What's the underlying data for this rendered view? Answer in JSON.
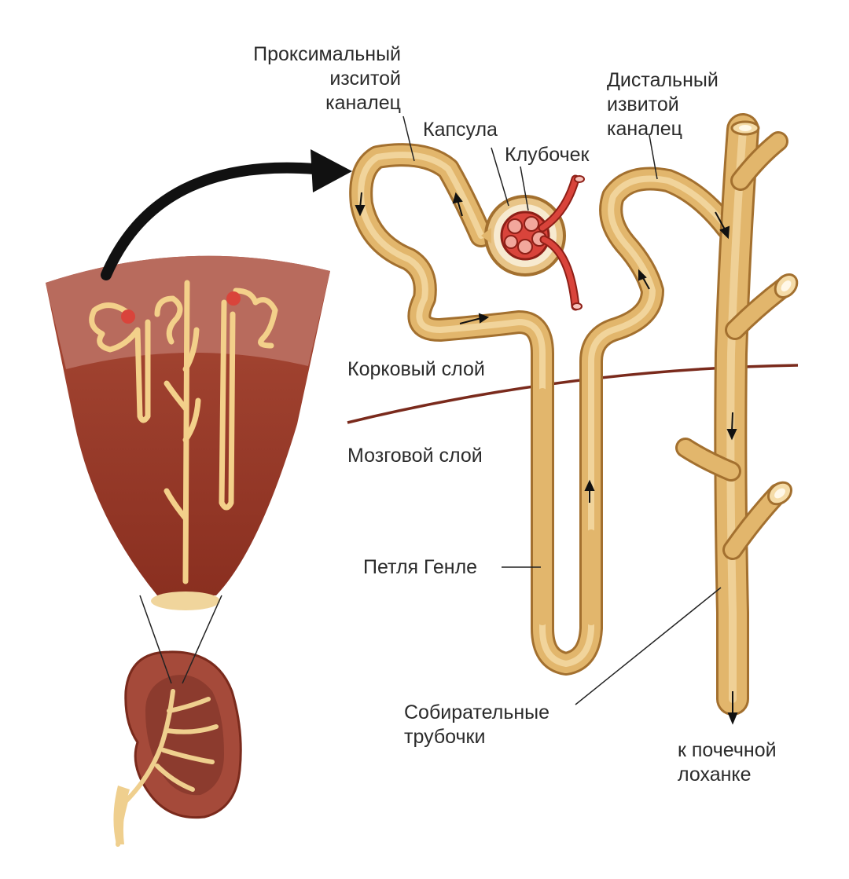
{
  "colors": {
    "tubule": "#e2b66c",
    "tubule_dark": "#a3702f",
    "tubule_light": "#f4d9a1",
    "vessel": "#d9443b",
    "cortex": "#b45b4b",
    "medulla": "#8f3424",
    "boundary_line": "#7a2a1c",
    "arrow": "#111111",
    "text": "#2b2b2b"
  },
  "labels": {
    "proximal": [
      "Проксимальный",
      "изситой",
      "каналец"
    ],
    "capsule": "Капсула",
    "glomerulus": "Клубочек",
    "distal": [
      "Дистальный",
      "извитой",
      "каналец"
    ],
    "cortex": "Корковый слой",
    "medulla": "Мозговой слой",
    "henle": "Петля Генле",
    "collecting": [
      "Собирательные",
      "трубочки"
    ],
    "pelvis": [
      "к почечной",
      "лоханке"
    ]
  },
  "illustrations": {
    "kidney_section": "kidney-cross-section",
    "pyramid_wedge": "renal-pyramid-wedge",
    "nephron": "nephron-detail",
    "pointer": "curved-black-arrow"
  }
}
